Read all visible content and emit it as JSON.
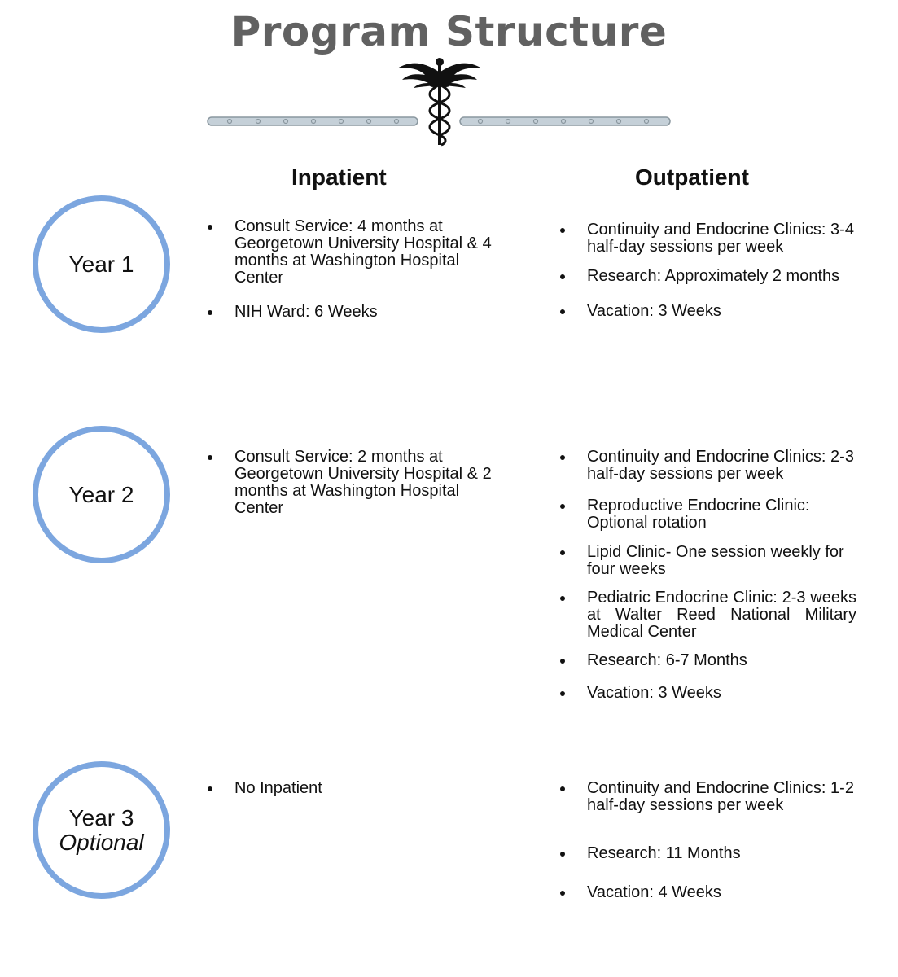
{
  "page": {
    "title": "Program Structure"
  },
  "emblem": {
    "icon": "caduceus-icon",
    "bar_color": "#b9c6cf"
  },
  "columns": {
    "inpatient": "Inpatient",
    "outpatient": "Outpatient"
  },
  "accent_color": "#7ca6df",
  "years": [
    {
      "label": "Year 1",
      "sublabel": "",
      "inpatient": [
        "Consult Service: 4 months at Georgetown University Hospital & 4 months at Washington Hospital Center",
        "NIH Ward: 6 Weeks"
      ],
      "outpatient": [
        "Continuity and Endocrine Clinics: 3-4 half-day sessions per week",
        "Research: Approximately 2 months",
        "Vacation: 3 Weeks"
      ]
    },
    {
      "label": "Year 2",
      "sublabel": "",
      "inpatient": [
        "Consult Service: 2 months at Georgetown University Hospital & 2 months at Washington Hospital Center"
      ],
      "outpatient": [
        "Continuity and Endocrine Clinics: 2-3 half-day sessions per week",
        "Reproductive Endocrine Clinic: Optional rotation",
        "Lipid Clinic- One session weekly for four weeks",
        "Pediatric Endocrine Clinic: 2-3 weeks at Walter Reed National Military Medical Center",
        "Research: 6-7 Months",
        "Vacation: 3 Weeks"
      ]
    },
    {
      "label": "Year 3",
      "sublabel": "Optional",
      "inpatient": [
        "No Inpatient"
      ],
      "outpatient": [
        "Continuity and Endocrine Clinics: 1-2 half-day sessions per week",
        "Research: 11 Months",
        "Vacation: 4 Weeks"
      ]
    }
  ]
}
